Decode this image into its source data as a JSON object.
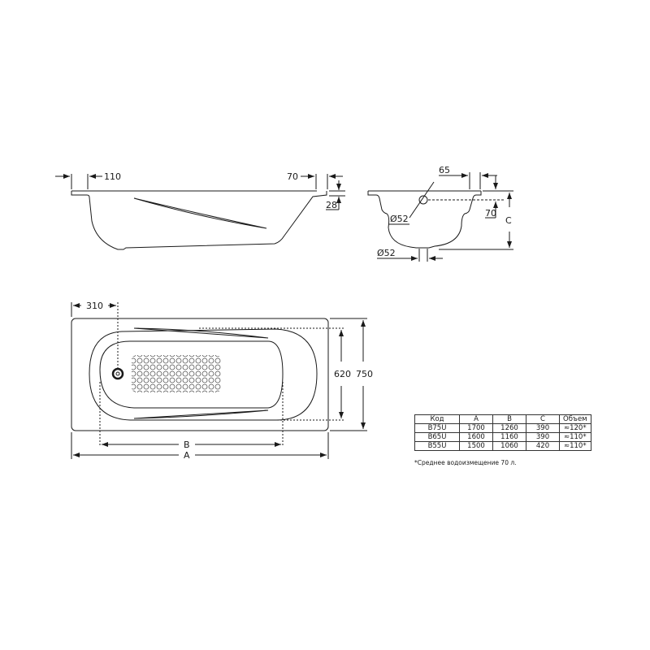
{
  "side_view": {
    "dim_left_rim": "110",
    "dim_right_rim": "70",
    "dim_rim_height": "28"
  },
  "end_view": {
    "dim_overflow_offset": "65",
    "dim_overflow_depth": "70",
    "dim_overflow_diameter": "Ø52",
    "dim_drain_diameter": "Ø52",
    "dim_depth_label": "C"
  },
  "top_view": {
    "dim_drain_offset": "310",
    "dim_inner_width": "620",
    "dim_outer_width": "750",
    "dim_inner_length_label": "B",
    "dim_outer_length_label": "A"
  },
  "spec_table": {
    "headers": [
      "Код",
      "A",
      "B",
      "C",
      "Объем"
    ],
    "rows": [
      [
        "B75U",
        "1700",
        "1260",
        "390",
        "≈120*"
      ],
      [
        "B65U",
        "1600",
        "1160",
        "390",
        "≈110*"
      ],
      [
        "B55U",
        "1500",
        "1060",
        "420",
        "≈110*"
      ]
    ],
    "footnote": "*Среднее водоизмещение 70 л."
  }
}
